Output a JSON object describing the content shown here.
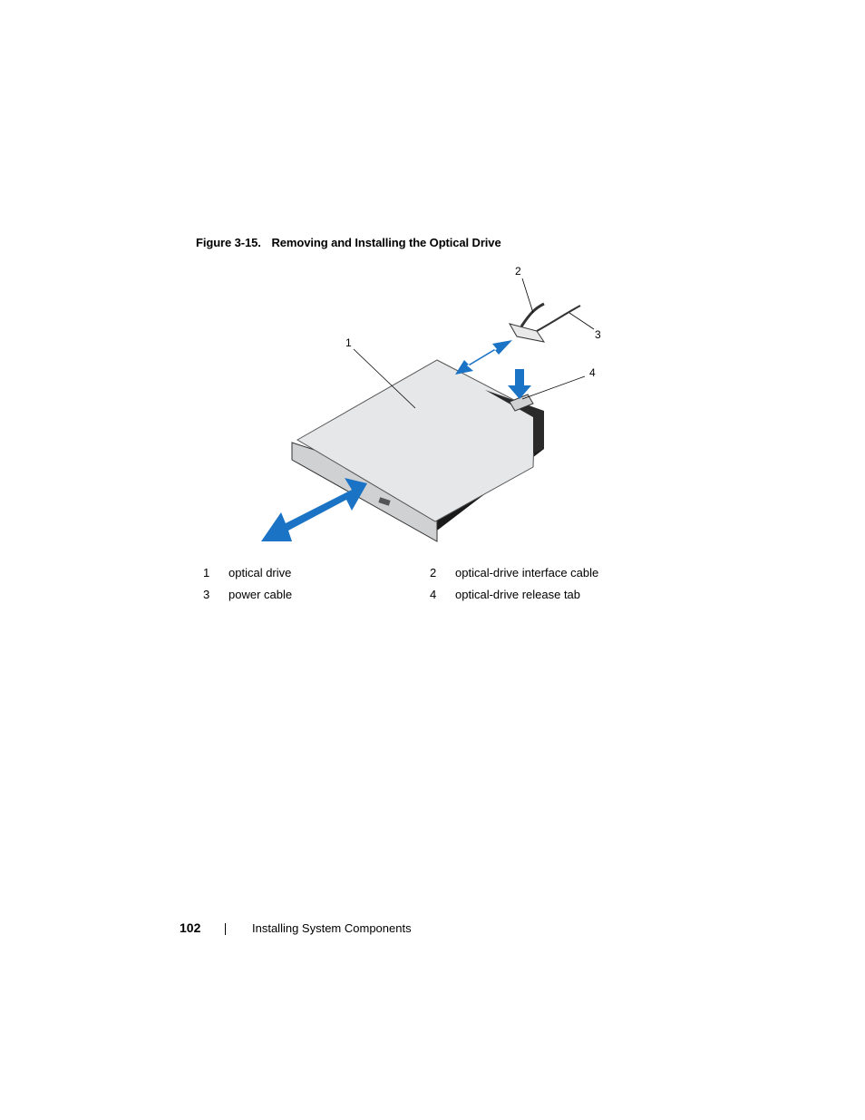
{
  "caption": {
    "figure_label": "Figure 3-15.",
    "title": "Removing and Installing the Optical Drive"
  },
  "callouts": [
    "1",
    "2",
    "3",
    "4"
  ],
  "legend": [
    {
      "num": "1",
      "text": "optical drive"
    },
    {
      "num": "2",
      "text": "optical-drive interface cable"
    },
    {
      "num": "3",
      "text": "power cable"
    },
    {
      "num": "4",
      "text": "optical-drive release tab"
    }
  ],
  "footer": {
    "page_number": "102",
    "section": "Installing System Components"
  },
  "colors": {
    "arrow_blue": "#1a73c4",
    "drive_top": "#e6e7e8",
    "drive_side": "#1a1a1a"
  }
}
